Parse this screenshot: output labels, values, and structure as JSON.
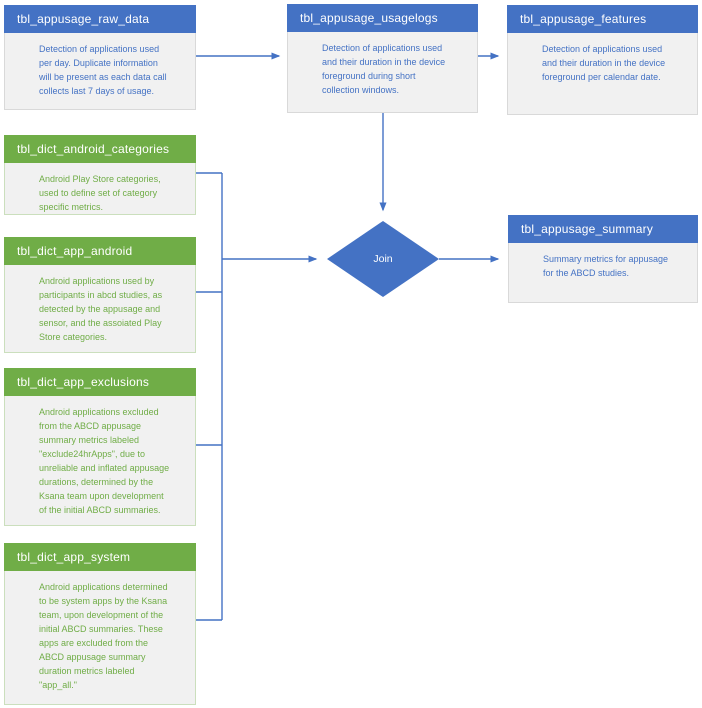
{
  "colors": {
    "header_blue": "#4472C4",
    "header_green": "#70AD47",
    "line_blue": "#4472C4",
    "body_bg": "#F1F1F1",
    "body_border_blue": "#D9D9D9",
    "body_border_green": "#CBDFBD",
    "text_blue": "#4472C4",
    "text_green": "#70AD47",
    "header_text": "#FFFFFF"
  },
  "join": {
    "label": "Join"
  },
  "tables": [
    {
      "name": "tbl_appusage_raw_data",
      "theme": "blue",
      "description": "Detection of applications used\nper day. Duplicate information\nwill be present as each data call\ncollects last 7 days of usage."
    },
    {
      "name": "tbl_appusage_usagelogs",
      "theme": "blue",
      "description": "Detection of applications used\nand their duration in the device\nforeground during short\ncollection windows."
    },
    {
      "name": "tbl_appusage_features",
      "theme": "blue",
      "description": "Detection of applications used\nand their duration in the device\nforeground per calendar date."
    },
    {
      "name": "tbl_dict_android_categories",
      "theme": "green",
      "description": "Android Play Store categories,\nused to define set of category\nspecific metrics."
    },
    {
      "name": "tbl_dict_app_android",
      "theme": "green",
      "description": "Android applications used by\nparticipants in abcd studies, as\ndetected by the appusage and\nsensor, and the assoiated Play\nStore categories."
    },
    {
      "name": "tbl_dict_app_exclusions",
      "theme": "green",
      "description": "Android applications excluded\nfrom the ABCD appusage\nsummary metrics labeled\n\"exclude24hrApps\", due to\nunreliable and inflated appusage\ndurations, determined by the\nKsana team upon development\nof the initial ABCD summaries."
    },
    {
      "name": "tbl_dict_app_system",
      "theme": "green",
      "description": "Android applications determined\nto be system apps by the Ksana\nteam, upon development of the\ninitial ABCD summaries. These\napps are excluded from the\nABCD appusage summary\nduration metrics labeled\n\"app_all.\""
    },
    {
      "name": "tbl_appusage_summary",
      "theme": "blue",
      "description": "Summary metrics for appusage\nfor the ABCD studies."
    }
  ]
}
